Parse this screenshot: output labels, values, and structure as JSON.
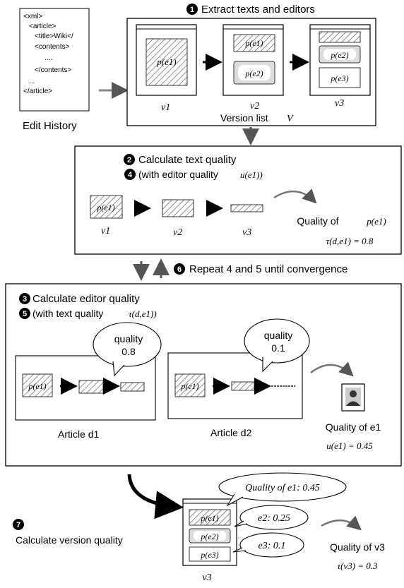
{
  "edit_history": {
    "label": "Edit History",
    "xml_lines": [
      "<xml>",
      "<article>",
      "<title>Wiki</",
      "<contents>",
      "....",
      "</contents>",
      "...",
      "</article>"
    ]
  },
  "step1": {
    "num": "1",
    "label": "Extract texts and editors"
  },
  "versions": {
    "v1": "v1",
    "v2": "v2",
    "v3": "v3",
    "list_label": "Version list ",
    "list_symbol": "V"
  },
  "labels": {
    "pe1": "p(e1)",
    "pe2": "p(e2)",
    "pe3": "p(e3)"
  },
  "step2": {
    "num": "2",
    "label": "Calculate text quality"
  },
  "step4": {
    "num": "4",
    "label": "(with editor quality",
    "formula": "u(e1))"
  },
  "text_quality": {
    "title_prefix": "Quality of",
    "title_formula": "p(e1)",
    "value": "τ(d,e1) = 0.8"
  },
  "step6": {
    "num": "6",
    "label": "Repeat 4 and 5 until convergence"
  },
  "step3": {
    "num": "3",
    "label": "Calculate editor quality"
  },
  "step5": {
    "num": "5",
    "label": "(with text quality",
    "formula": "τ(d,e1))"
  },
  "bubbles": {
    "q1_title": "quality",
    "q1_value": "0.8",
    "q2_title": "quality",
    "q2_value": "0.1"
  },
  "articles": {
    "a1": "Article d1",
    "a2": "Article d2"
  },
  "editor_quality": {
    "title": "Quality of e1",
    "value": "u(e1) = 0.45"
  },
  "step7": {
    "num": "7",
    "label": "Calculate version quality"
  },
  "version_bubbles": {
    "b1": "Quality of e1: 0.45",
    "b2": "e2: 0.25",
    "b3": "e3: 0.1"
  },
  "version_quality": {
    "title": "Quality of v3",
    "value": "τ(v3) = 0.3",
    "v3": "v3"
  }
}
